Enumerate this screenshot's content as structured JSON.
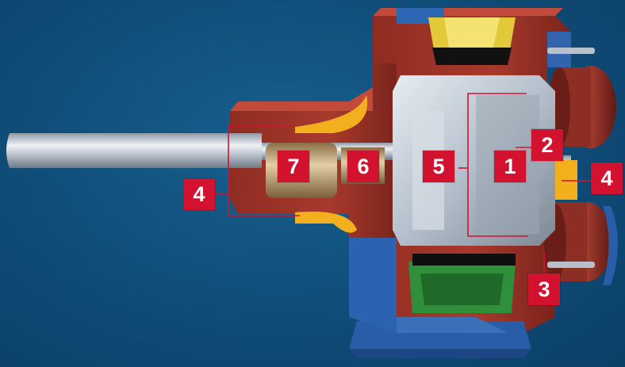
{
  "callouts": [
    {
      "id": "1",
      "label": "1"
    },
    {
      "id": "2",
      "label": "2"
    },
    {
      "id": "3",
      "label": "3"
    },
    {
      "id": "4a",
      "label": "4"
    },
    {
      "id": "4b",
      "label": "4"
    },
    {
      "id": "5",
      "label": "5"
    },
    {
      "id": "6",
      "label": "6"
    },
    {
      "id": "7",
      "label": "7"
    }
  ],
  "colors": {
    "background": "#0f4c78",
    "casing": "#a3352a",
    "casing_dark": "#6e1f18",
    "steel": "#c9d2dc",
    "bronze": "#b99a6e",
    "inlet_yellow": "#e2c93a",
    "outlet_green": "#2f8f3a",
    "lubricant": "#f2b01e",
    "callout": "#d3122f"
  }
}
